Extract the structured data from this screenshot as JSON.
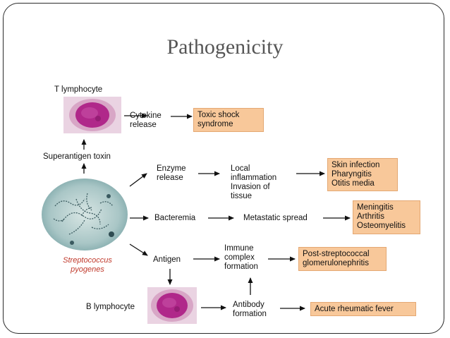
{
  "title": "Pathogenicity",
  "nodes": {
    "t_lymphocyte": "T lymphocyte",
    "cytokine_release": "Cytokine\nrelease",
    "toxic_shock": "Toxic shock\nsyndrome",
    "superantigen": "Superantigen toxin",
    "enzyme_release": "Enzyme\nrelease",
    "local_inflammation": "Local\ninflammation\nInvasion of\ntissue",
    "skin_infection": "Skin infection\nPharyngitis\nOtitis media",
    "bacteremia": "Bacteremia",
    "metastatic_spread": "Metastatic spread",
    "meningitis": "Meningitis\nArthritis\nOsteomyelitis",
    "species": "Streptococcus\npyogenes",
    "antigen": "Antigen",
    "immune_complex": "Immune\ncomplex\nformation",
    "post_strep": "Post-streptococcal\nglomerulonephritis",
    "b_lymphocyte": "B lymphocyte",
    "antibody_formation": "Antibody\nformation",
    "rheumatic_fever": "Acute rheumatic fever"
  },
  "colors": {
    "box_fill": "#f8c89a",
    "species_text": "#c0392b",
    "cell_stain": "#b0288a"
  }
}
